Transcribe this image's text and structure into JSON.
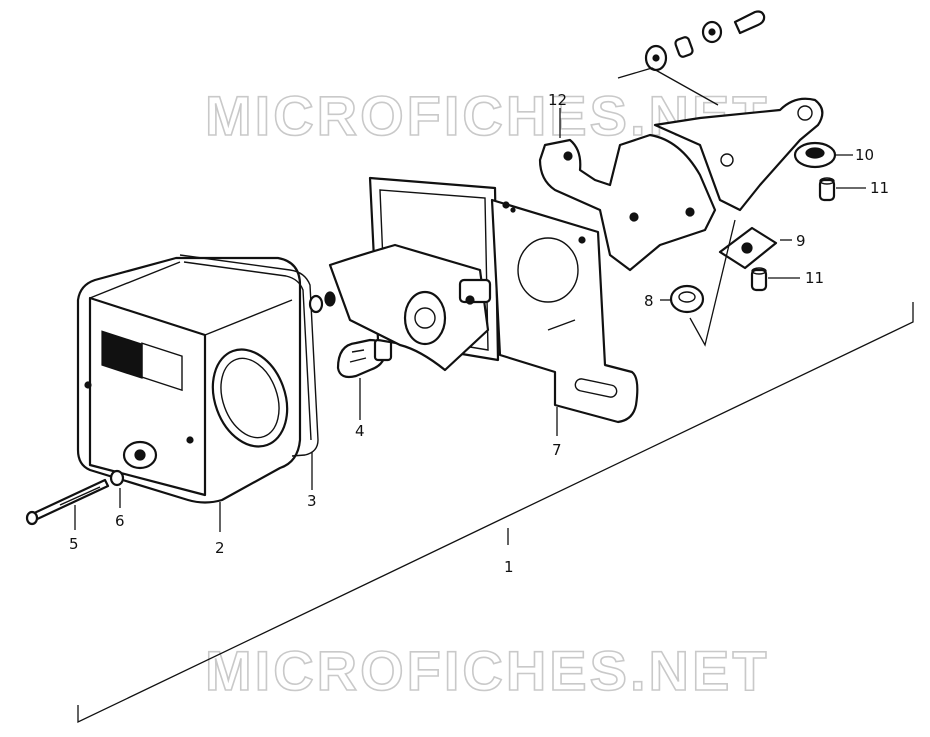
{
  "watermark": {
    "top": "MICROFICHES.NET",
    "bottom": "MICROFICHES.NET"
  },
  "callouts": {
    "c1": "1",
    "c2": "2",
    "c3": "3",
    "c4": "4",
    "c5": "5",
    "c6": "6",
    "c7": "7",
    "c8": "8",
    "c9": "9",
    "c10": "10",
    "c11a": "11",
    "c11b": "11",
    "c12": "12"
  }
}
